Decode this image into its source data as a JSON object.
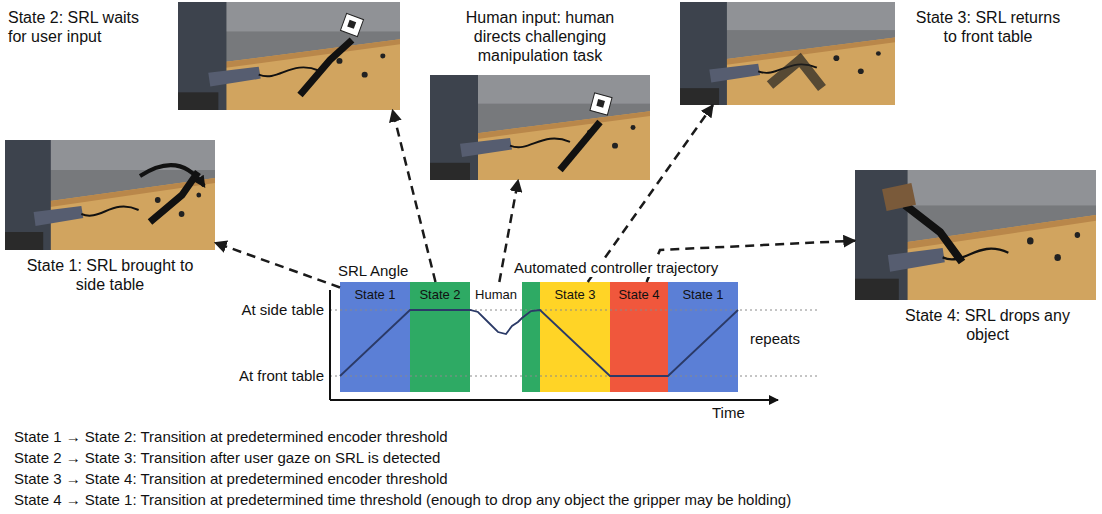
{
  "diagram": {
    "nodes": [
      {
        "text": [
          "State 2: SRL waits for user input"
        ]
      },
      {
        "text": [
          "Human input: human directs challenging manipulation task"
        ]
      },
      {
        "text": [
          "State 3: SRL returns to front table"
        ]
      },
      {
        "text": [
          "State 1: SRL brought to side table"
        ]
      },
      {
        "text": [
          "State 4: SRL drops any object"
        ]
      },
      {
        "text": [
          "State 1"
        ]
      },
      {
        "text": [
          "State 2"
        ]
      },
      {
        "text": [
          "Human"
        ]
      },
      {
        "text": [
          "State 3"
        ]
      },
      {
        "text": [
          "State 4"
        ]
      },
      {
        "text": [
          "State 1"
        ]
      }
    ],
    "edges": [
      {
        "from": 5,
        "to": 3,
        "arrow": "to"
      },
      {
        "from": 6,
        "to": 0,
        "arrow": "to"
      },
      {
        "from": 7,
        "to": 1,
        "arrow": "to"
      },
      {
        "from": 8,
        "to": 2,
        "arrow": "to"
      },
      {
        "from": 9,
        "to": 4,
        "arrow": "to"
      }
    ],
    "labels": [
      "Automated controller trajectory",
      "SRL Angle",
      "At side table",
      "At front table",
      "repeats",
      "Time",
      "State 1 → State 2: Transition at predetermined encoder threshold",
      "State 2 → State 3: Transition after user gaze on SRL is detected",
      "State 3 → State 4: Transition at predetermined encoder threshold",
      "State 4 → State 1: Transition at predetermined time threshold (enough to drop any object the gripper may be holding)"
    ]
  }
}
